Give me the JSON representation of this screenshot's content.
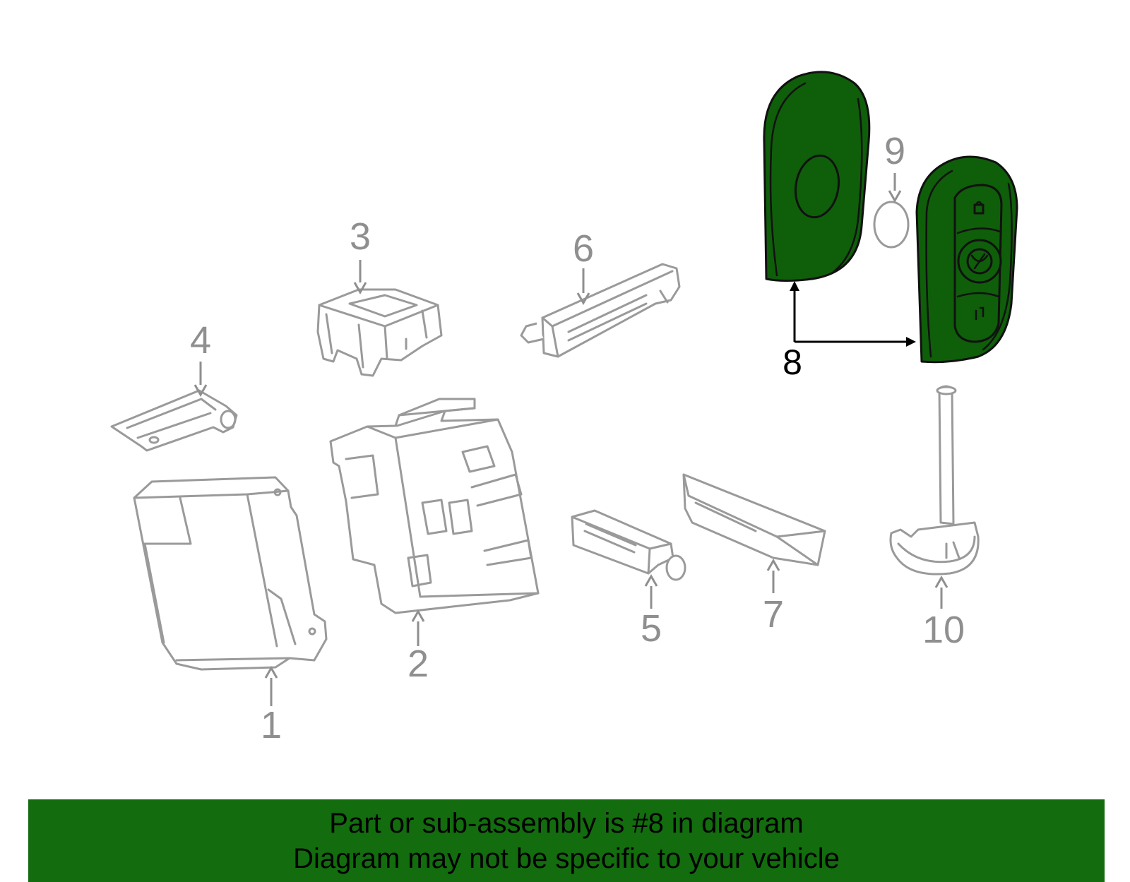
{
  "diagram": {
    "callouts": {
      "c1": "1",
      "c2": "2",
      "c3": "3",
      "c4": "4",
      "c5": "5",
      "c6": "6",
      "c7": "7",
      "c8": "8",
      "c9": "9",
      "c10": "10"
    },
    "highlighted_part": "8",
    "colors": {
      "highlight_fill": "#0f5e0a",
      "part_stroke": "#9a9a9a",
      "banner_bg": "#136c0e"
    }
  },
  "banner": {
    "line1": "Part or sub-assembly is #8 in diagram",
    "line2": "Diagram may not be specific to your vehicle"
  }
}
